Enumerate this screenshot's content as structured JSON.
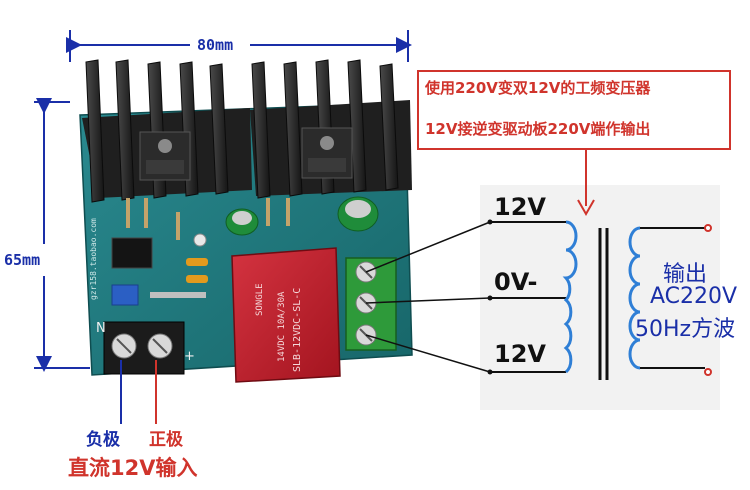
{
  "dimensions": {
    "width_label": "80mm",
    "height_label": "65mm"
  },
  "note": {
    "line1": "使用220V变双12V的工频变压器",
    "line2": "12V接逆变驱动板220V端作输出"
  },
  "transformer": {
    "tap_top": "12V",
    "tap_center": "0V-",
    "tap_bottom": "12V",
    "output_line1": "输出",
    "output_line2": "AC220V",
    "output_line3": "50Hz方波"
  },
  "input": {
    "negative_label": "负极",
    "positive_label": "正极",
    "dc_input_label": "直流12V输入"
  },
  "colors": {
    "pcb": "#1e7a80",
    "heatsink": "#2a2a2a",
    "relay": "#c21f2b",
    "terminal_green": "#2e9a3a",
    "terminal_black": "#1b1b1b",
    "coil": "#2f7fd6",
    "red_accent": "#d0342c",
    "blue_text": "#1a2fa8"
  },
  "icons": [
    "heatsink-icon",
    "relay-icon",
    "capacitor-icon",
    "coil-icon",
    "screw-terminal-icon"
  ]
}
